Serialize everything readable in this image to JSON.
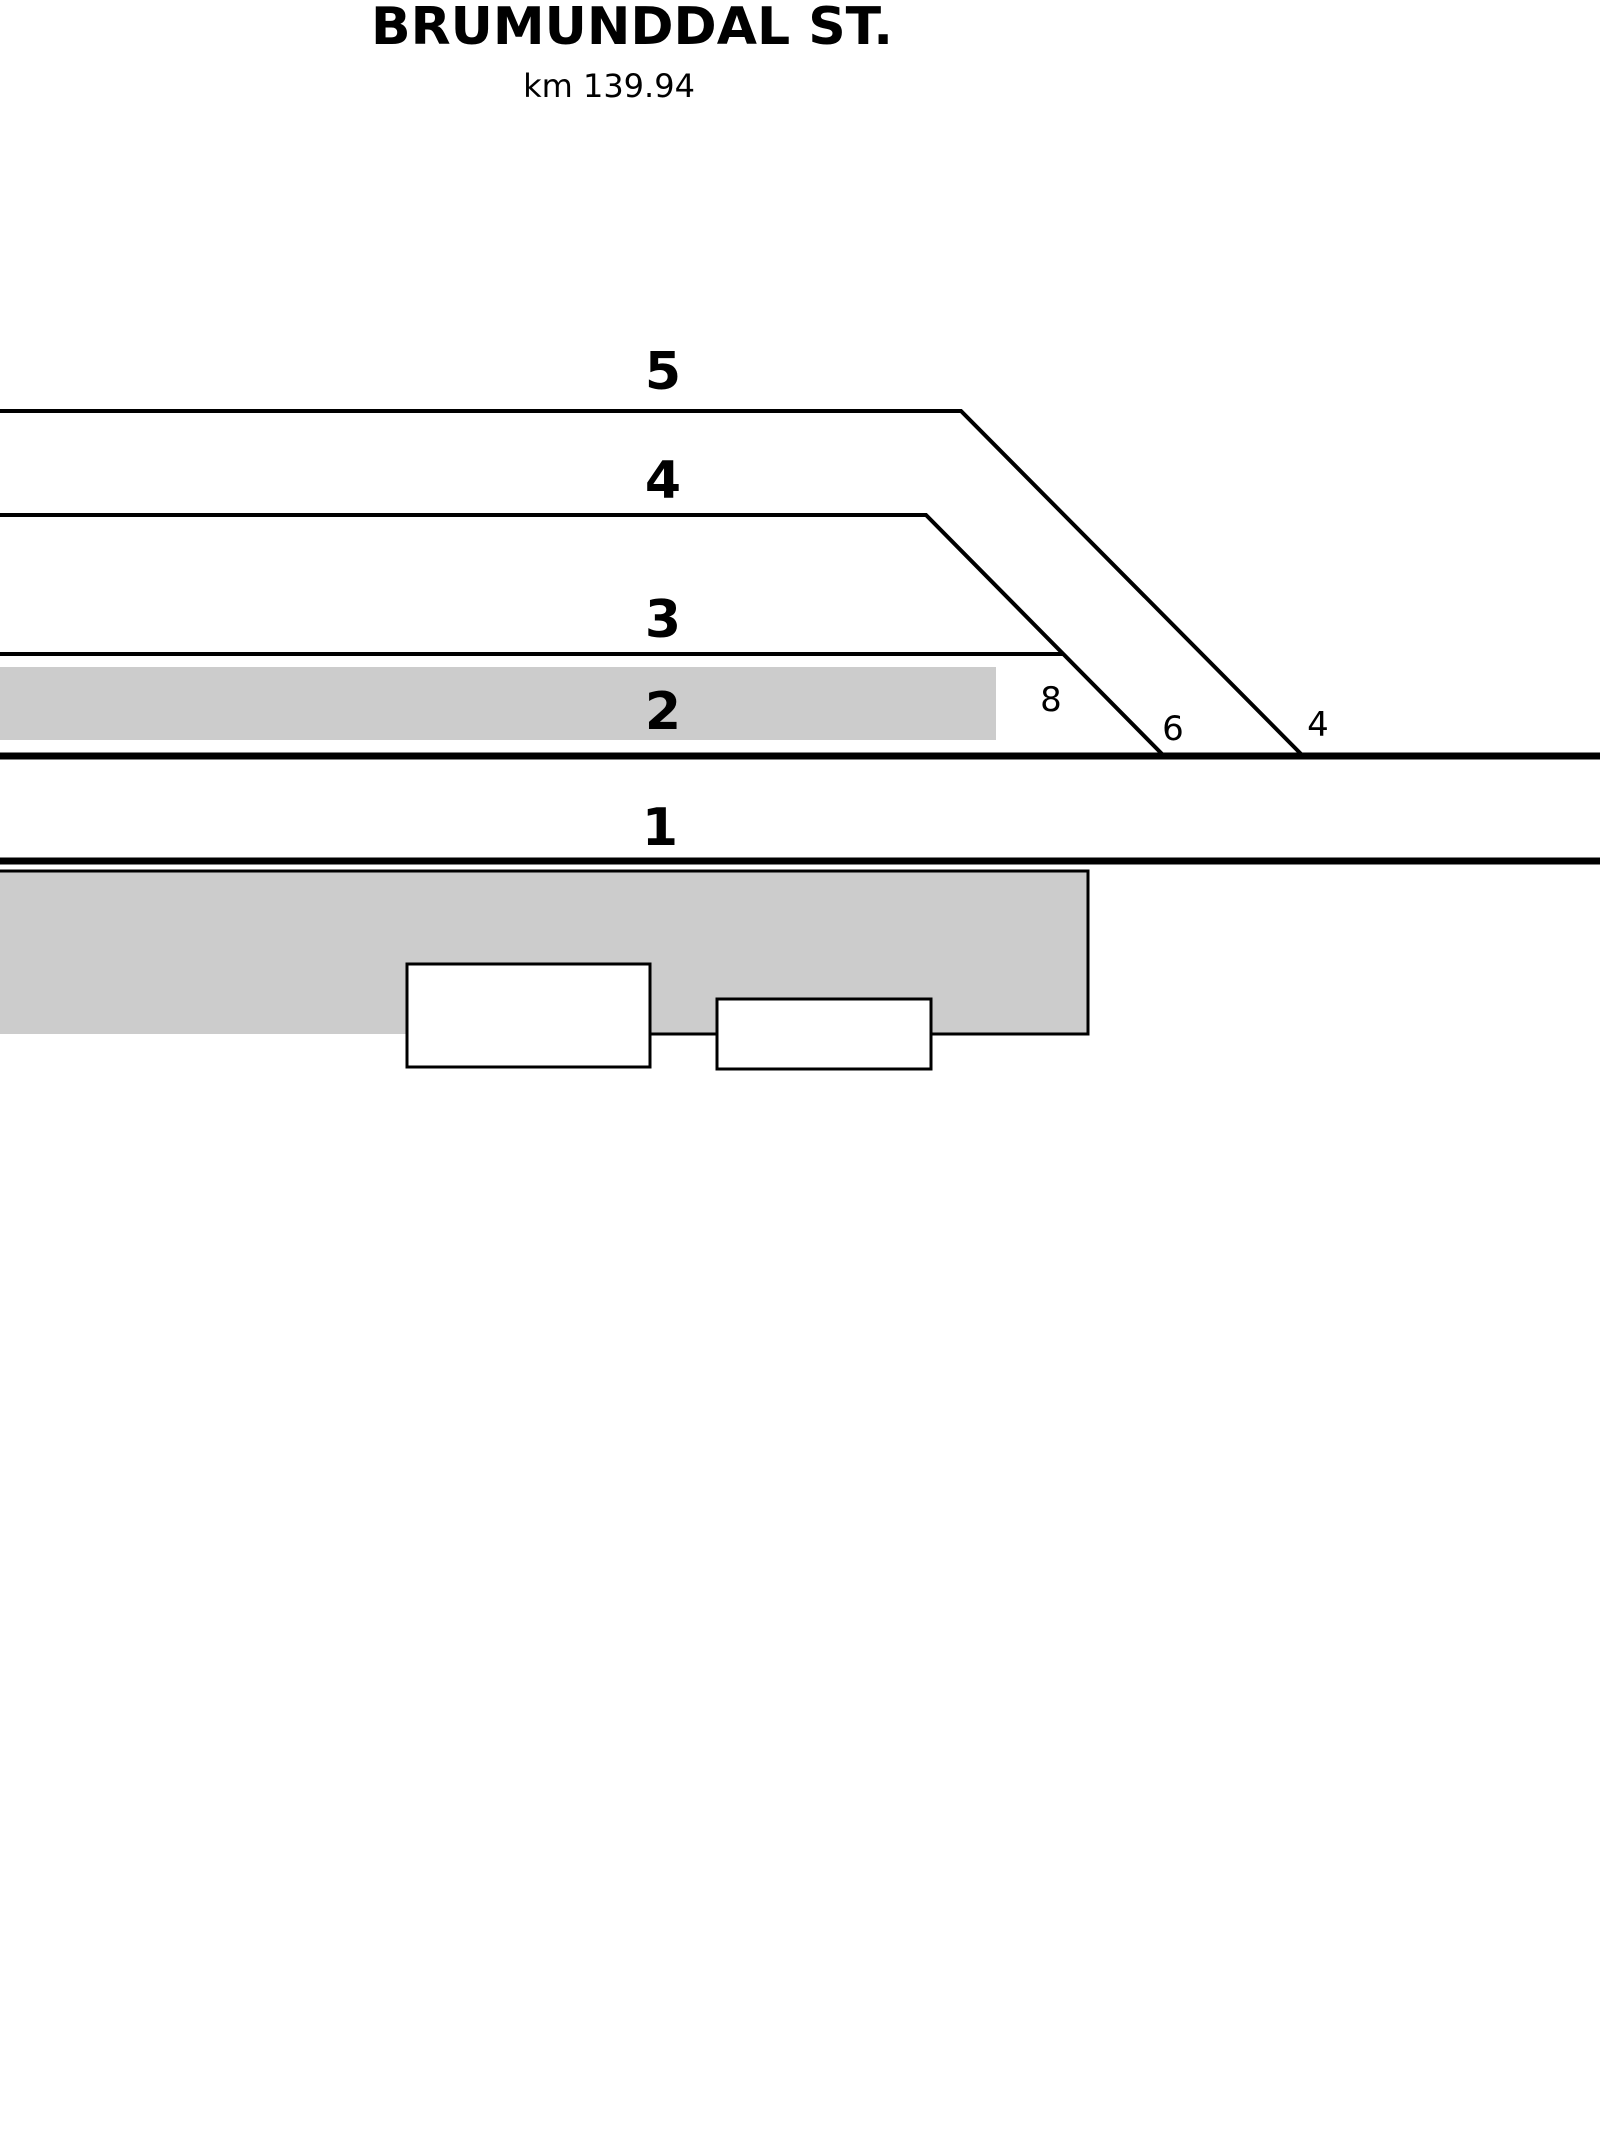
{
  "header": {
    "title": "BRUMUNDDAL ST.",
    "km": "km 139.94"
  },
  "tracks": [
    {
      "id": "5",
      "label": "5"
    },
    {
      "id": "4",
      "label": "4"
    },
    {
      "id": "3",
      "label": "3"
    },
    {
      "id": "2",
      "label": "2"
    },
    {
      "id": "1",
      "label": "1"
    }
  ],
  "switches": [
    {
      "id": "8",
      "label": "8"
    },
    {
      "id": "6",
      "label": "6"
    },
    {
      "id": "4",
      "label": "4"
    }
  ],
  "colors": {
    "line": "#000000",
    "platform": "#cccccc",
    "background": "#ffffff",
    "building": "#ffffff"
  }
}
